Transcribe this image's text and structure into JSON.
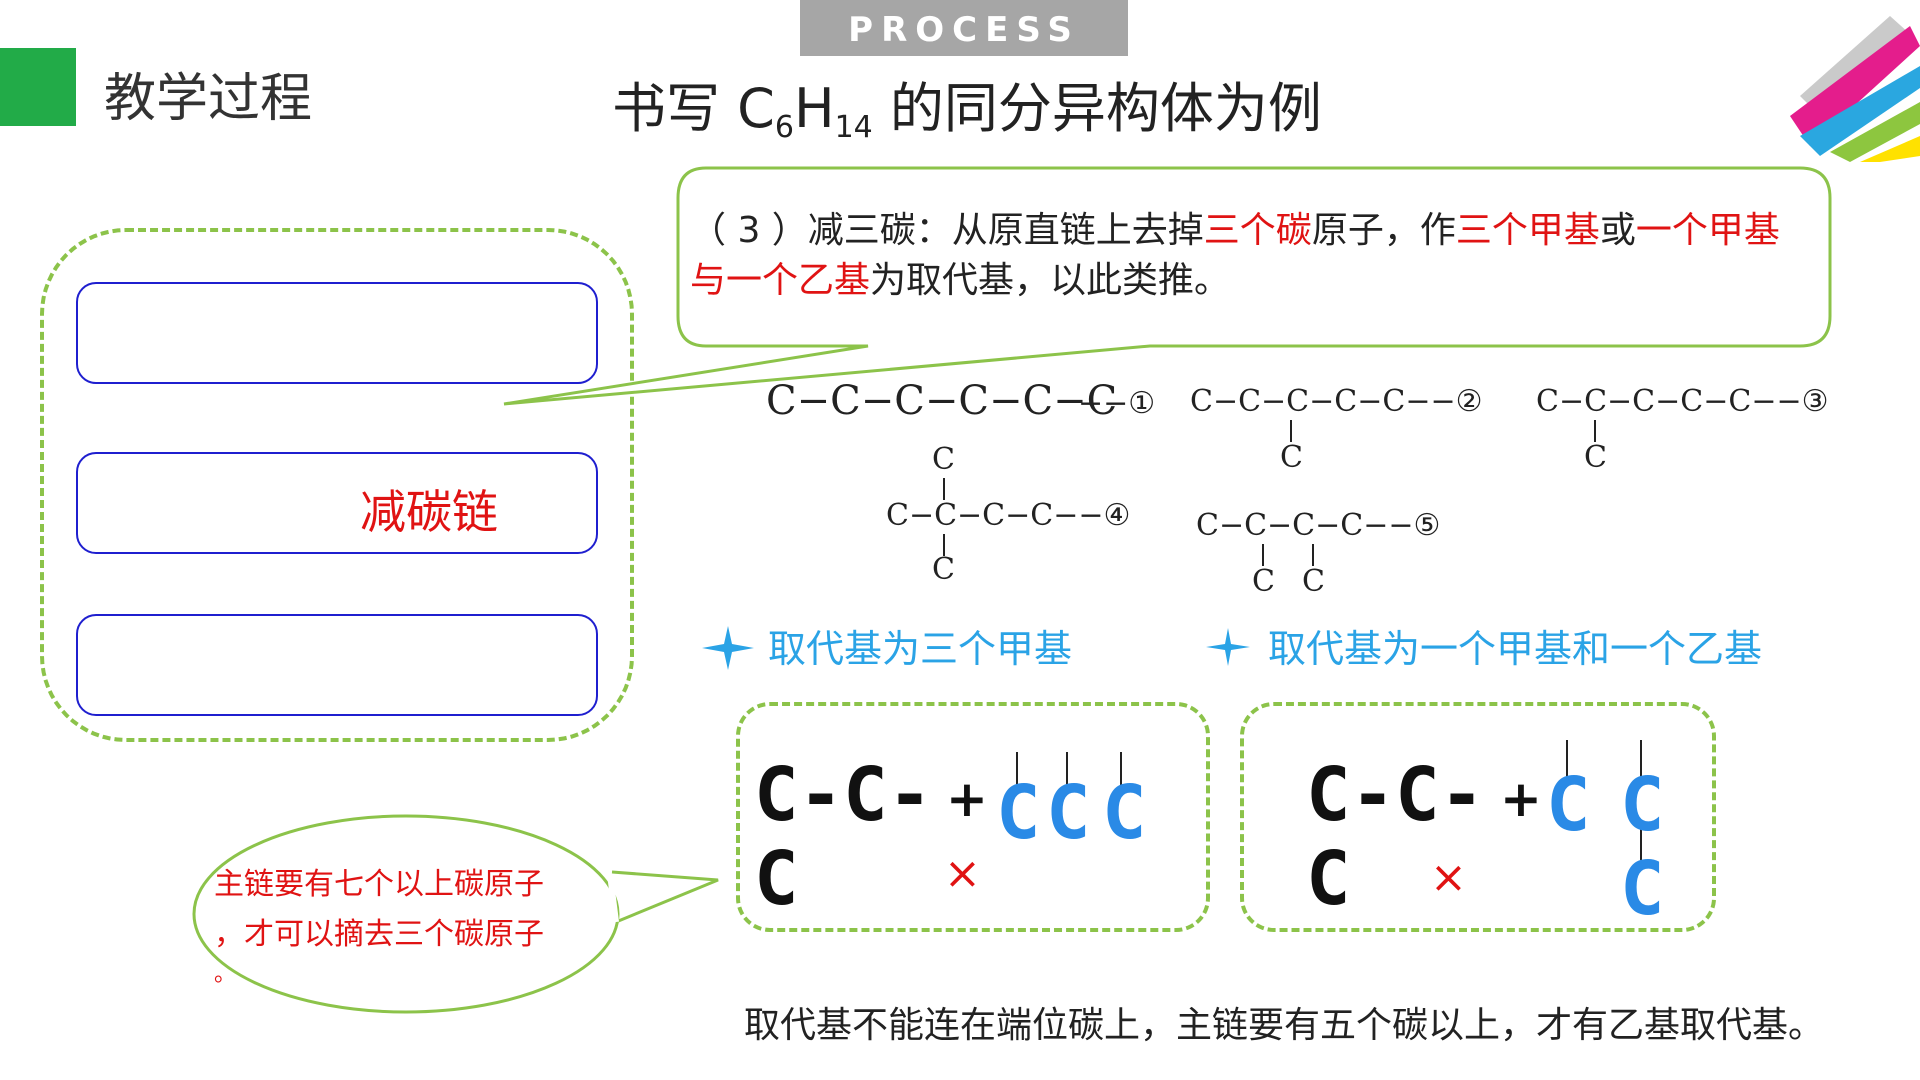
{
  "banner": {
    "label": "PROCESS"
  },
  "header": {
    "section_title": "教学过程",
    "title_pre": "书写 C",
    "title_sub1": "6",
    "title_mid": "H",
    "title_sub2": "14",
    "title_post": " 的同分异构体为例"
  },
  "left_panel": {
    "box2_label": "减碳链"
  },
  "callout": {
    "seg1": "（ 3 ）减三碳：从原直链上去掉",
    "seg2": "三个碳",
    "seg3": "原子，作",
    "seg4": "三个甲基",
    "seg5": "或",
    "seg6": "一个甲基与一个乙基",
    "seg7": "为取代基，以此类推。"
  },
  "structures": {
    "s1_main": "C−C−C−C−C−C",
    "s1_tag": "−−①",
    "s2_main": "C−C−C−C−C−−②",
    "s2_sub": "C",
    "s3_main": "C−C−C−C−C−−③",
    "s3_sub": "C",
    "s4_top": "C",
    "s4_main": "C−C−C−C−−④",
    "s4_bottom": "C",
    "s5_main": "C−C−C−C−−⑤",
    "s5_sub1": "C",
    "s5_sub2": "C"
  },
  "headings": {
    "h1": "取代基为三个甲基",
    "h2": "取代基为一个甲基和一个乙基"
  },
  "box_a": {
    "chain": "C-C-",
    "plus": "+",
    "c1": "C",
    "c2": "C",
    "c3": "C",
    "bottom_c": "C",
    "cross": "×"
  },
  "box_b": {
    "chain": "C-C-",
    "plus": "+",
    "c1": "C",
    "c2": "C",
    "c3": "C",
    "bottom_c": "C",
    "cross": "×"
  },
  "bubble": {
    "line1": "主链要有七个以上碳原子",
    "line2": "，才可以摘去三个碳原子",
    "line3": "。"
  },
  "footer": {
    "note": "取代基不能连在端位碳上，主链要有五个碳以上，才有乙基取代基。"
  },
  "colors": {
    "accent_green": "#22ab48",
    "dash_green": "#8cc34a",
    "red": "#e01313",
    "blue": "#2a8ae6",
    "heading_blue": "#2aa3e6"
  }
}
